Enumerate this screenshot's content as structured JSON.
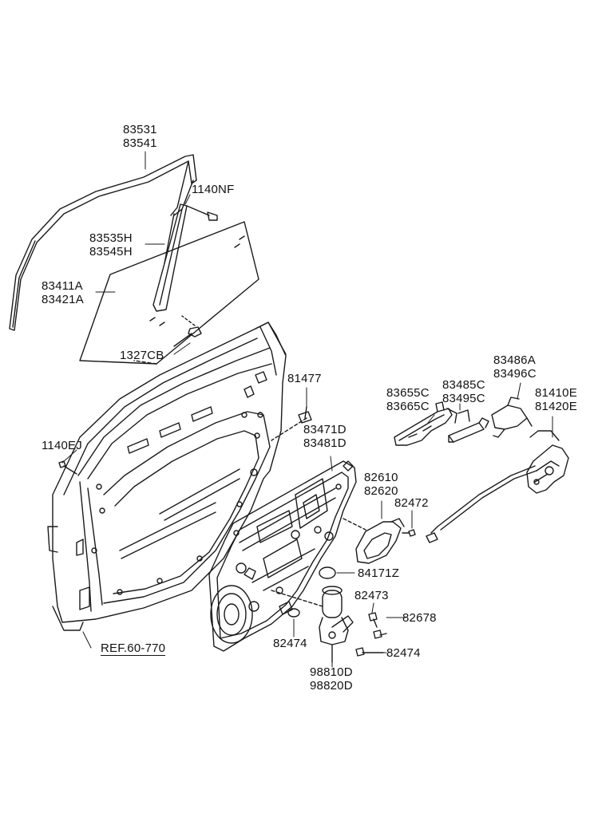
{
  "diagram": {
    "labels": {
      "p83531": [
        "83531",
        "83541"
      ],
      "p1140nf": [
        "1140NF"
      ],
      "p83535h": [
        "83535H",
        "83545H"
      ],
      "p83411a": [
        "83411A",
        "83421A"
      ],
      "p1327cb": [
        "1327CB"
      ],
      "p81477": [
        "81477"
      ],
      "p83486a": [
        "83486A",
        "83496C"
      ],
      "p83655c": [
        "83655C",
        "83665C"
      ],
      "p83485c": [
        "83485C",
        "83495C"
      ],
      "p81410e": [
        "81410E",
        "81420E"
      ],
      "p1140ej": [
        "1140EJ"
      ],
      "p83471d": [
        "83471D",
        "83481D"
      ],
      "p82610": [
        "82610",
        "82620"
      ],
      "p82472": [
        "82472"
      ],
      "p84171z": [
        "84171Z"
      ],
      "p82473": [
        "82473"
      ],
      "p82678": [
        "82678"
      ],
      "p82474a": [
        "82474"
      ],
      "p82474b": [
        "82474"
      ],
      "p98810d": [
        "98810D",
        "98820D"
      ],
      "ref": [
        "REF.60-770"
      ]
    }
  }
}
